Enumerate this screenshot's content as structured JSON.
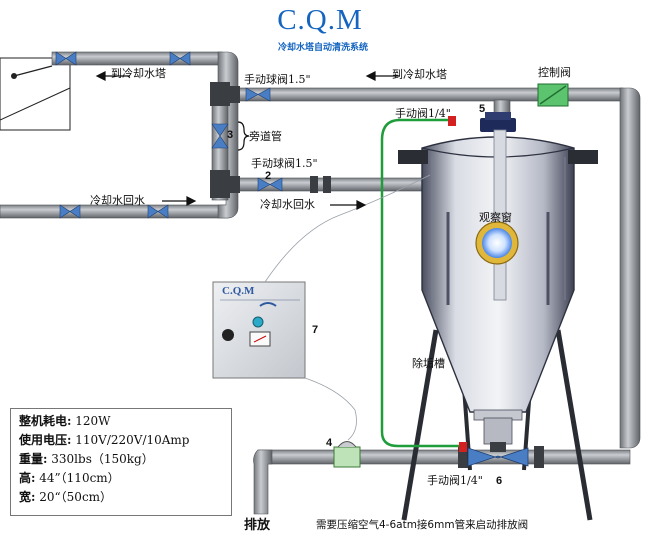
{
  "brand": {
    "title": "C.Q.M",
    "subtitle": "冷却水塔自动清洗系统",
    "color": "#1565c0",
    "panel_logo": "C.Q.M"
  },
  "labels": {
    "to_tower_left": "到冷却水塔",
    "manual_ball_valve_top": "手动球阀1.5\"",
    "to_tower_top": "到冷却水塔",
    "control_valve": "控制阀",
    "bypass": "旁道管",
    "manual_valve_quarter_top": "手动阀1/4\"",
    "manual_ball_valve_mid": "手动球阀1.5\"",
    "cooling_return_left": "冷却水回水",
    "cooling_return_right": "冷却水回水",
    "observation_window": "观察窗",
    "desludge_tank": "除垢槽",
    "manual_valve_quarter_bottom": "手动阀1/4\"",
    "drain": "排放"
  },
  "numbers": {
    "n2": "2",
    "n3": "3",
    "n4": "4",
    "n5": "5",
    "n6": "6",
    "n7": "7"
  },
  "specs": [
    {
      "key": "整机耗电:",
      "value": "120W"
    },
    {
      "key": "使用电压:",
      "value": "110V/220V/10Amp"
    },
    {
      "key": "重量:",
      "value": "330lbs（150kg）"
    },
    {
      "key": "高:",
      "value": "44”（110cm）"
    },
    {
      "key": "宽:",
      "value": "20“（50cm）"
    }
  ],
  "footer_note": "需要压缩空气4-6atm接6mm管来启动排放阀",
  "icons": {
    "flow_arrow": "arrow-icon",
    "valve": "butterfly-valve-icon",
    "gauge": "gauge-icon"
  },
  "colors": {
    "pipe": "#a7abb0",
    "pipe_dark": "#55595e",
    "valve_blue": "#4a7ec4",
    "air_line": "#1f9d3a",
    "red_valve": "#d32020",
    "control_valve": "#2e9d4a",
    "window_gold": "#e0b73a"
  }
}
